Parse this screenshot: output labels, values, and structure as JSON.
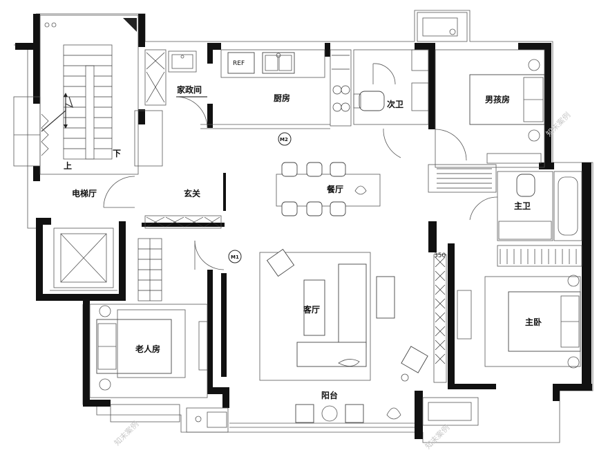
{
  "rooms": {
    "housekeeping": "家政间",
    "kitchen": "厨房",
    "second_bath": "次卫",
    "boys_room": "男孩房",
    "elevator_hall": "电梯厅",
    "foyer": "玄关",
    "dining": "餐厅",
    "master_bath": "主卫",
    "living": "客厅",
    "master_bedroom": "主卧",
    "elder_room": "老人房",
    "balcony": "阳台"
  },
  "stairs": {
    "up": "上",
    "down": "下"
  },
  "fixtures": {
    "fridge": "REF"
  },
  "door_tags": {
    "m2": "M2",
    "m1": "M1"
  },
  "dimension_mark": "350",
  "watermark": "知末案例"
}
